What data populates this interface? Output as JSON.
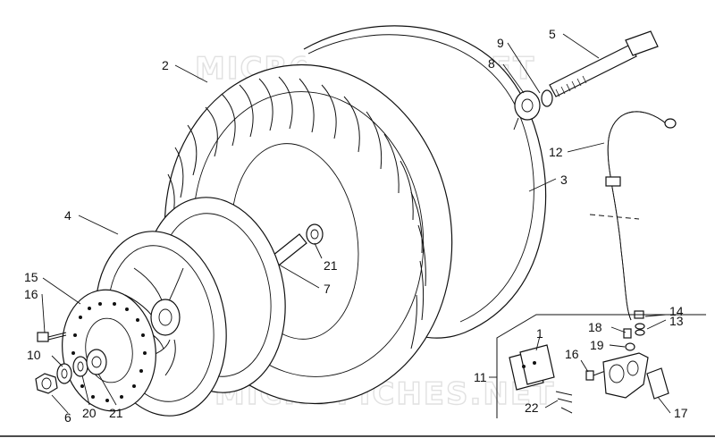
{
  "watermark": {
    "top": "MICROFICHES.NET",
    "bottom": "MICROFICHES.NET"
  },
  "callouts": {
    "c1": "1",
    "c2": "2",
    "c3": "3",
    "c4": "4",
    "c5": "5",
    "c6": "6",
    "c7": "7",
    "c8": "8",
    "c9": "9",
    "c10": "10",
    "c11": "11",
    "c12": "12",
    "c13": "13",
    "c14": "14",
    "c15": "15",
    "c16a": "16",
    "c16b": "16",
    "c17": "17",
    "c18": "18",
    "c19": "19",
    "c20": "20",
    "c21a": "21",
    "c21b": "21",
    "c22": "22"
  }
}
